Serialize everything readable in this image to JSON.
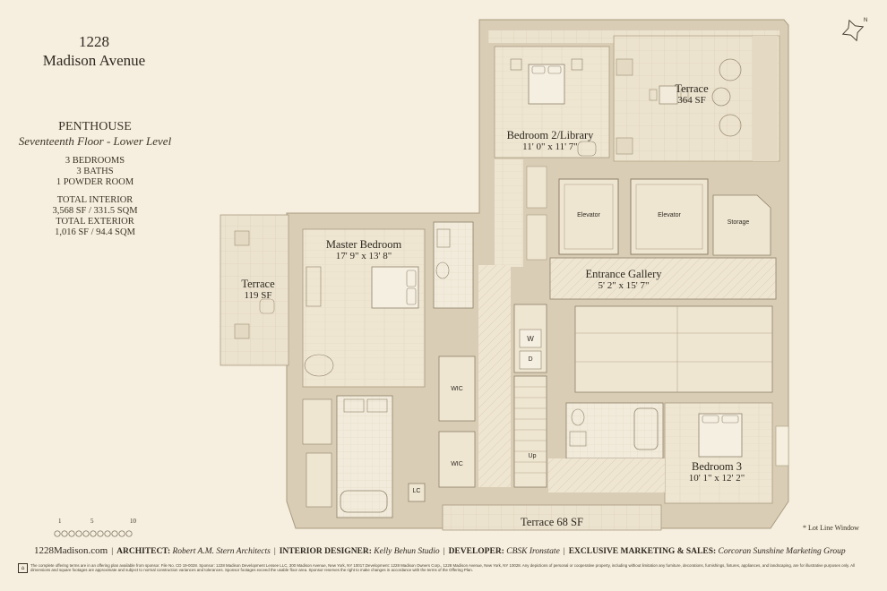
{
  "header": {
    "line1": "1228",
    "line2": "Madison Avenue"
  },
  "unit": {
    "name": "PENTHOUSE",
    "floor": "Seventeenth Floor  - Lower Level",
    "bedrooms": "3 BEDROOMS",
    "baths": "3 BATHS",
    "powder": "1 POWDER ROOM",
    "interior_label": "TOTAL INTERIOR",
    "interior_value": "3,568 SF / 331.5 SQM",
    "exterior_label": "TOTAL EXTERIOR",
    "exterior_value": "1,016 SF / 94.4 SQM"
  },
  "rooms": {
    "terrace_top_name": "Terrace",
    "terrace_top_size": "364 SF",
    "bedroom2_name": "Bedroom 2/Library",
    "bedroom2_size": "11' 0\" x 11' 7\"",
    "master_name": "Master Bedroom",
    "master_size": "17' 9\" x 13' 8\"",
    "terrace_left_name": "Terrace",
    "terrace_left_size": "119 SF",
    "entrance_name": "Entrance Gallery",
    "entrance_size": "5' 2\" x 15' 7\"",
    "elevator1": "Elevator",
    "elevator2": "Elevator",
    "storage": "Storage",
    "wic1": "WIC",
    "wic2": "WIC",
    "washer": "W",
    "dryer": "D",
    "lc": "LC",
    "up": "Up",
    "bedroom3_name": "Bedroom 3",
    "bedroom3_size": "10' 1\" x 12' 2\"",
    "terrace_bottom": "Terrace 68 SF"
  },
  "scale": {
    "labels": [
      "1",
      "5",
      "10"
    ]
  },
  "notes": {
    "lot_line": "Lot Line Window",
    "lot_marker": "*",
    "compass": "N"
  },
  "footer": {
    "website": "1228Madison.com",
    "architect_label": "ARCHITECT:",
    "architect": "Robert A.M. Stern Architects",
    "designer_label": "INTERIOR DESIGNER:",
    "designer": "Kelly Behun Studio",
    "developer_label": "DEVELOPER:",
    "developer": "CBSK Ironstate",
    "marketing_label": "EXCLUSIVE MARKETING & SALES:",
    "marketing": "Corcoran Sunshine Marketing Group",
    "legal": "The complete offering terms are in an offering plan available from sponsor. File No. CD 19-0028. Sponsor: 1228 Madison Development Lessee LLC, 300 Madison Avenue, New York, NY 10017.Development: 1228 Madison Owners Corp., 1228 Madison Avenue, New York, NY 10028. Any depictions of personal or cooperative property, including without limitation any furniture, decorations, furnishings, fixtures, appliances, and landscaping, are for illustrative purposes only. All dimensions and square footages are approximate and subject to normal construction variances and tolerances. Sponsor footages exceed the usable floor area. Sponsor reserves the right to make changes in accordance with the terms of the Offering Plan."
  },
  "colors": {
    "background": "#f6efdf",
    "wall": "#d9cdb5",
    "room_floor": "#efe6d2",
    "terrace": "#ece3cf",
    "line": "#8d8068",
    "text": "#2e2820"
  }
}
